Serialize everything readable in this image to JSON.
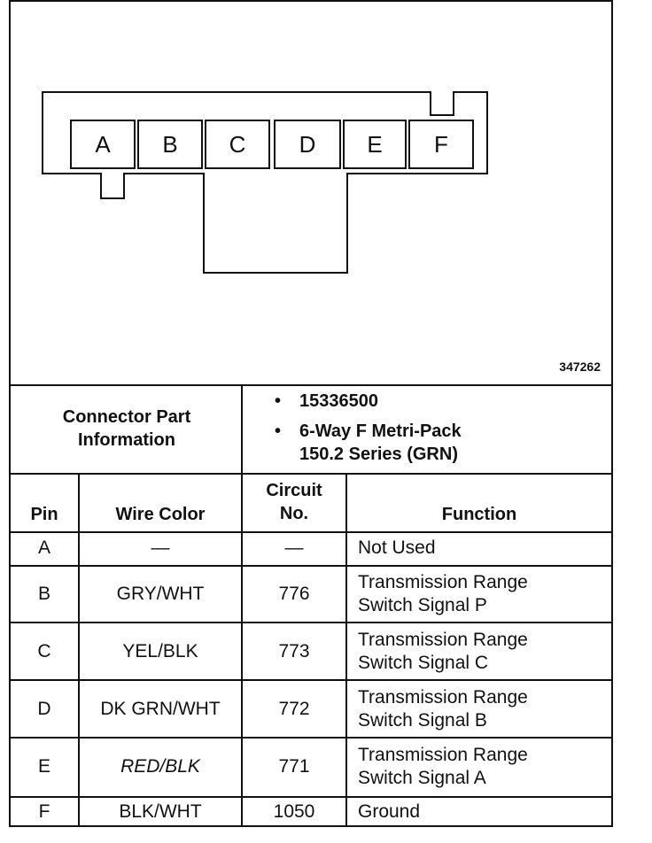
{
  "figure_number": "347262",
  "pins": [
    "A",
    "B",
    "C",
    "D",
    "E",
    "F"
  ],
  "connector_info": {
    "title_line1": "Connector Part",
    "title_line2": "Information",
    "part_number": "15336500",
    "description_line1": "6-Way F Metri-Pack",
    "description_line2": "150.2 Series (GRN)"
  },
  "table": {
    "headers": {
      "pin": "Pin",
      "wire_color": "Wire Color",
      "circuit_line1": "Circuit",
      "circuit_line2": "No.",
      "function": "Function"
    },
    "rows": [
      {
        "pin": "A",
        "wire": "—",
        "circuit": "—",
        "func1": "Not Used",
        "func2": ""
      },
      {
        "pin": "B",
        "wire": "GRY/WHT",
        "circuit": "776",
        "func1": "Transmission Range",
        "func2": "Switch Signal P"
      },
      {
        "pin": "C",
        "wire": "YEL/BLK",
        "circuit": "773",
        "func1": "Transmission Range",
        "func2": "Switch Signal C"
      },
      {
        "pin": "D",
        "wire": "DK GRN/WHT",
        "circuit": "772",
        "func1": "Transmission Range",
        "func2": "Switch Signal B"
      },
      {
        "pin": "E",
        "wire": "RED/BLK",
        "circuit": "771",
        "func1": "Transmission Range",
        "func2": "Switch Signal A"
      },
      {
        "pin": "F",
        "wire": "BLK/WHT",
        "circuit": "1050",
        "func1": "Ground",
        "func2": ""
      }
    ]
  }
}
